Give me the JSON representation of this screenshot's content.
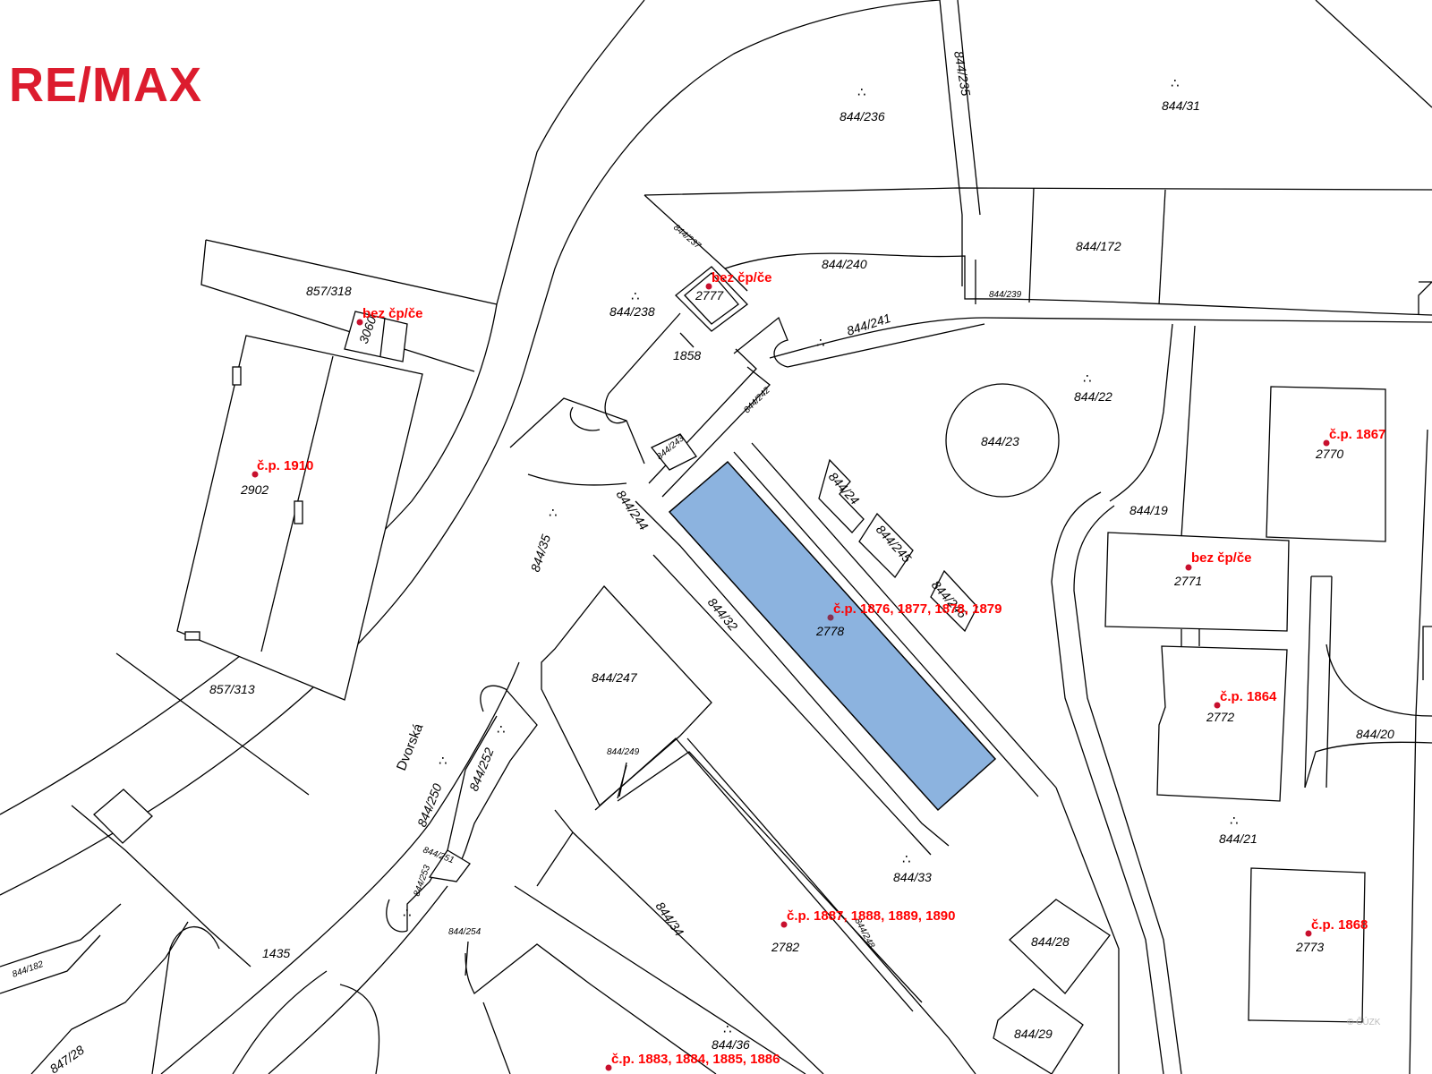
{
  "logo": {
    "text": "RE/MAX",
    "color": "#dc1c2e"
  },
  "highlight_color": "#8cb3df",
  "street_name": "Dvorská",
  "parcels": {
    "p857_318": "857/318",
    "p857_313": "857/313",
    "p2902": "2902",
    "p3060": "3060",
    "p844_236": "844/236",
    "p844_235": "844/235",
    "p844_31": "844/31",
    "p844_237": "844/237",
    "p844_240": "844/240",
    "p844_172": "844/172",
    "p844_238": "844/238",
    "p2777": "2777",
    "p844_239": "844/239",
    "p844_241": "844/241",
    "p1858": "1858",
    "p844_242": "844/242",
    "p844_243": "844/243",
    "p844_22": "844/22",
    "p844_23": "844/23",
    "p844_24": "844/24",
    "p844_245": "844/245",
    "p844_246": "844/246",
    "p844_244": "844/244",
    "p844_35": "844/35",
    "p844_19": "844/19",
    "p2770": "2770",
    "p2771": "2771",
    "p844_32": "844/32",
    "p2778": "2778",
    "p844_247": "844/247",
    "p844_249": "844/249",
    "p2772": "2772",
    "p844_20": "844/20",
    "p844_21": "844/21",
    "p844_250": "844/250",
    "p844_252": "844/252",
    "p844_251": "844/251",
    "p844_253": "844/253",
    "p844_33": "844/33",
    "p844_34": "844/34",
    "p844_248": "844/248",
    "p2782": "2782",
    "p844_28": "844/28",
    "p2773": "2773",
    "p844_254": "844/254",
    "p1435": "1435",
    "p844_182": "844/182",
    "p844_29": "844/29",
    "p844_36": "844/36",
    "p847_28": "847/28"
  },
  "houses": {
    "h1910": "č.p. 1910",
    "h_bez_3060": "bez čp/če",
    "h_bez_2777": "bez čp/če",
    "h1867": "č.p. 1867",
    "h_bez_2771": "bez čp/če",
    "h1876": "č.p. 1876, 1877, 1878, 1879",
    "h1864": "č.p. 1864",
    "h1887": "č.p. 1887, 1888, 1889, 1890",
    "h1868": "č.p. 1868",
    "h1883": "č.p. 1883, 1884, 1885, 1886"
  },
  "watermark": "© ČÚZK"
}
